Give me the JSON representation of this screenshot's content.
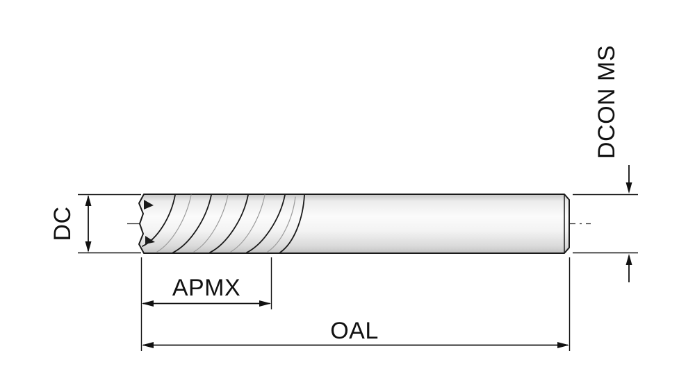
{
  "diagram": {
    "type": "end-mill-dimension-drawing",
    "labels": {
      "dc": "DC",
      "apmx": "APMX",
      "oal": "OAL",
      "dcon_ms": "DCON MS"
    },
    "colors": {
      "line": "#111111",
      "background": "#ffffff",
      "tool_fill_light": "#fbfbfb",
      "tool_fill_dark": "#c6c6c6"
    }
  }
}
